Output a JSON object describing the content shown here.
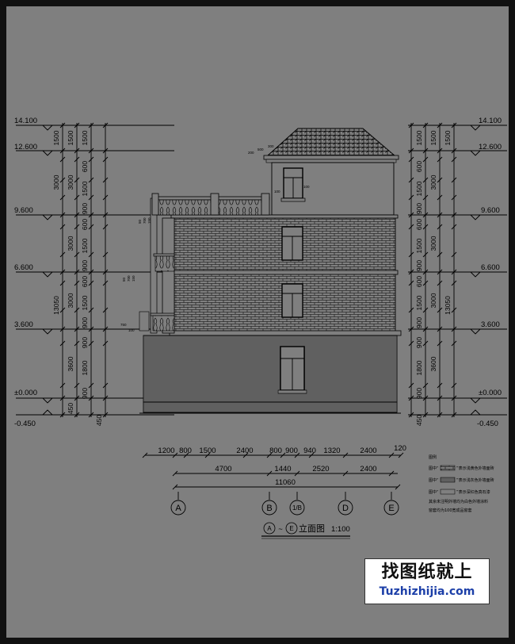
{
  "levels": {
    "left": [
      "14.100",
      "12.600",
      "9.600",
      "6.600",
      "3.600",
      "±0.000",
      "-0.450"
    ],
    "right": [
      "14.100",
      "12.600",
      "9.600",
      "6.600",
      "3.600",
      "±0.000",
      "-0.450"
    ]
  },
  "vertical_dims": {
    "inner": [
      "1500",
      "600",
      "1500",
      "900",
      "600",
      "1500",
      "900",
      "600",
      "1500",
      "900",
      "900",
      "1800",
      "900",
      "450"
    ],
    "floor": [
      "1500",
      "3000",
      "3000",
      "3000",
      "3600"
    ],
    "total": "13050",
    "bottom": "450"
  },
  "horizontal_dims": {
    "row1": [
      "1200",
      "800",
      "1500",
      "2400",
      "800",
      "900",
      "940",
      "1320",
      "2400",
      "120"
    ],
    "row2": [
      "4700",
      "1440",
      "2520",
      "2400"
    ],
    "total": "11060"
  },
  "axes": [
    "A",
    "B",
    "1/B",
    "D",
    "E"
  ],
  "title": {
    "from": "A",
    "to": "E",
    "text": "立面图",
    "scale": "1:100"
  },
  "legend": {
    "heading": "图例",
    "items": [
      {
        "label": "图中“",
        "text": "”表示浅黄色外墙面砖"
      },
      {
        "label": "图中“",
        "text": "”表示浅灰色外墙面砖"
      },
      {
        "label": "图中“",
        "text": "”表示深红色真石漆"
      }
    ],
    "notes": [
      "其余未注明外墙均为白色外墙涂料",
      "窗套均为100宽成品窗套"
    ]
  },
  "annotations": {
    "roof": [
      "200",
      "500",
      "300"
    ],
    "window": [
      "100",
      "100"
    ],
    "balcony_top": [
      "50",
      "700",
      "150"
    ],
    "balcony_mid": [
      "50",
      "700",
      "150"
    ],
    "balcony_low": [
      "750",
      "100"
    ]
  },
  "watermark": {
    "cn": "找图纸就上",
    "en": "Tuzhizhijia.com"
  },
  "colors": {
    "paper": "#7f7f7f",
    "ink": "#000000",
    "watermark_en": "#1c3fa8"
  }
}
